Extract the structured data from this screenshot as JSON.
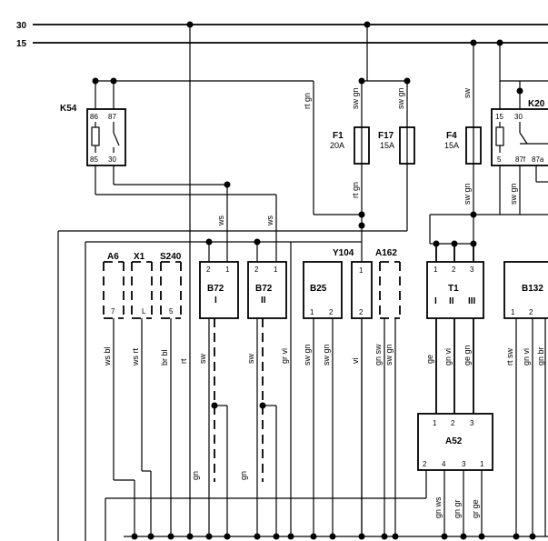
{
  "rails": {
    "r30": "30",
    "r15": "15"
  },
  "k54": {
    "name": "K54",
    "p86": "86",
    "p87": "87",
    "p85": "85",
    "p30": "30"
  },
  "k20": {
    "name": "K20",
    "p15": "15",
    "p30": "30",
    "p5": "5",
    "p87f": "87f",
    "p87a": "87a"
  },
  "fuses": {
    "f1": {
      "name": "F1",
      "rating": "20A"
    },
    "f17": {
      "name": "F17",
      "rating": "15A"
    },
    "f4": {
      "name": "F4",
      "rating": "15A"
    }
  },
  "wires": {
    "rt_gn_top": "rt gn",
    "sw_gn_f1": "sw gn",
    "sw_gn_f17": "sw gn",
    "sw_f4": "sw",
    "rt_gn_mid": "rt gn",
    "sw_gn_f4": "sw gn",
    "sw_gn_k20": "sw gn",
    "ws_a": "ws",
    "ws_b": "ws"
  },
  "components": {
    "a6": {
      "name": "A6",
      "pin": "7"
    },
    "x1": {
      "name": "X1",
      "pin": "L"
    },
    "s240": {
      "name": "S240",
      "pin": "5"
    },
    "b72i": {
      "name": "B72",
      "sub": "I",
      "p2": "2",
      "p1": "1"
    },
    "b72ii": {
      "name": "B72",
      "sub": "II",
      "p2": "2",
      "p1": "1"
    },
    "b25": {
      "name": "B25",
      "p1": "1",
      "p2": "2"
    },
    "y104": {
      "name": "Y104",
      "p1": "1",
      "p2": "2"
    },
    "a162": {
      "name": "A162"
    },
    "t1": {
      "name": "T1",
      "p1": "1",
      "p2": "2",
      "p3": "3",
      "s1": "I",
      "s2": "II",
      "s3": "III"
    },
    "b132": {
      "name": "B132",
      "p1": "1",
      "p2": "2"
    },
    "a52": {
      "name": "A52",
      "t1": "1",
      "t2": "2",
      "t3": "3",
      "b2": "2",
      "b4": "4",
      "b3": "3",
      "b1": "1"
    }
  },
  "bottom_wires": {
    "ws_bl": "ws bl",
    "ws_rt": "ws rt",
    "br_bl": "br bl",
    "rt": "rt",
    "sw_1": "sw",
    "sw_2": "sw",
    "gr_vi": "gr vi",
    "sw_gn_1": "sw gn",
    "sw_gn_2": "sw gn",
    "vi": "vi",
    "gn_sw": "gn sw",
    "sw_gn_3": "sw gn",
    "ge": "ge",
    "gn_vi": "gn vi",
    "ge_gn": "ge gn",
    "rt_sw": "rt sw",
    "gn_vi_2": "gn vi",
    "gn_br": "gn br",
    "gn_1": "gn",
    "gn_2": "gn",
    "gn_ws": "gn ws",
    "gn_gr": "gn gr",
    "gr_ge": "gr ge"
  }
}
